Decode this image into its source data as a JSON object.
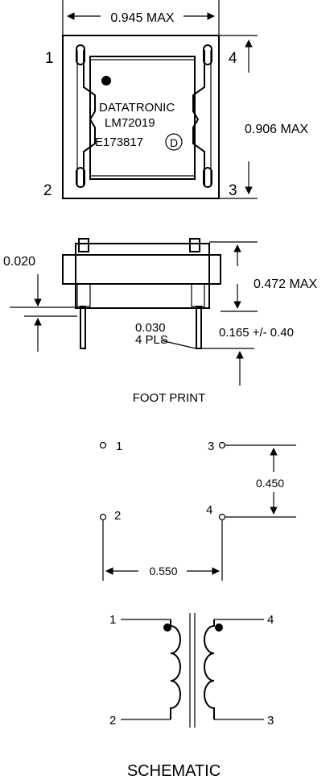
{
  "top_view": {
    "width_label": "0.945 MAX",
    "height_label": "0.906 MAX",
    "pin_1": "1",
    "pin_2": "2",
    "pin_3": "3",
    "pin_4": "4",
    "brand": "DATATRONIC",
    "part_number": "LM72019",
    "file_number": "E173817",
    "date_code": "D"
  },
  "side_view": {
    "base_thickness": "0.020",
    "height": "0.472 MAX",
    "pin_diameter": "0.030",
    "pin_count": "4 PLS",
    "pin_length": "0.165 +/- 0.40"
  },
  "footprint": {
    "title": "FOOT PRINT",
    "pin_1": "1",
    "pin_2": "2",
    "pin_3": "3",
    "pin_4": "4",
    "vertical_spacing": "0.450",
    "horizontal_spacing": "0.550"
  },
  "schematic": {
    "title": "SCHEMATIC",
    "pin_1": "1",
    "pin_2": "2",
    "pin_3": "3",
    "pin_4": "4"
  }
}
